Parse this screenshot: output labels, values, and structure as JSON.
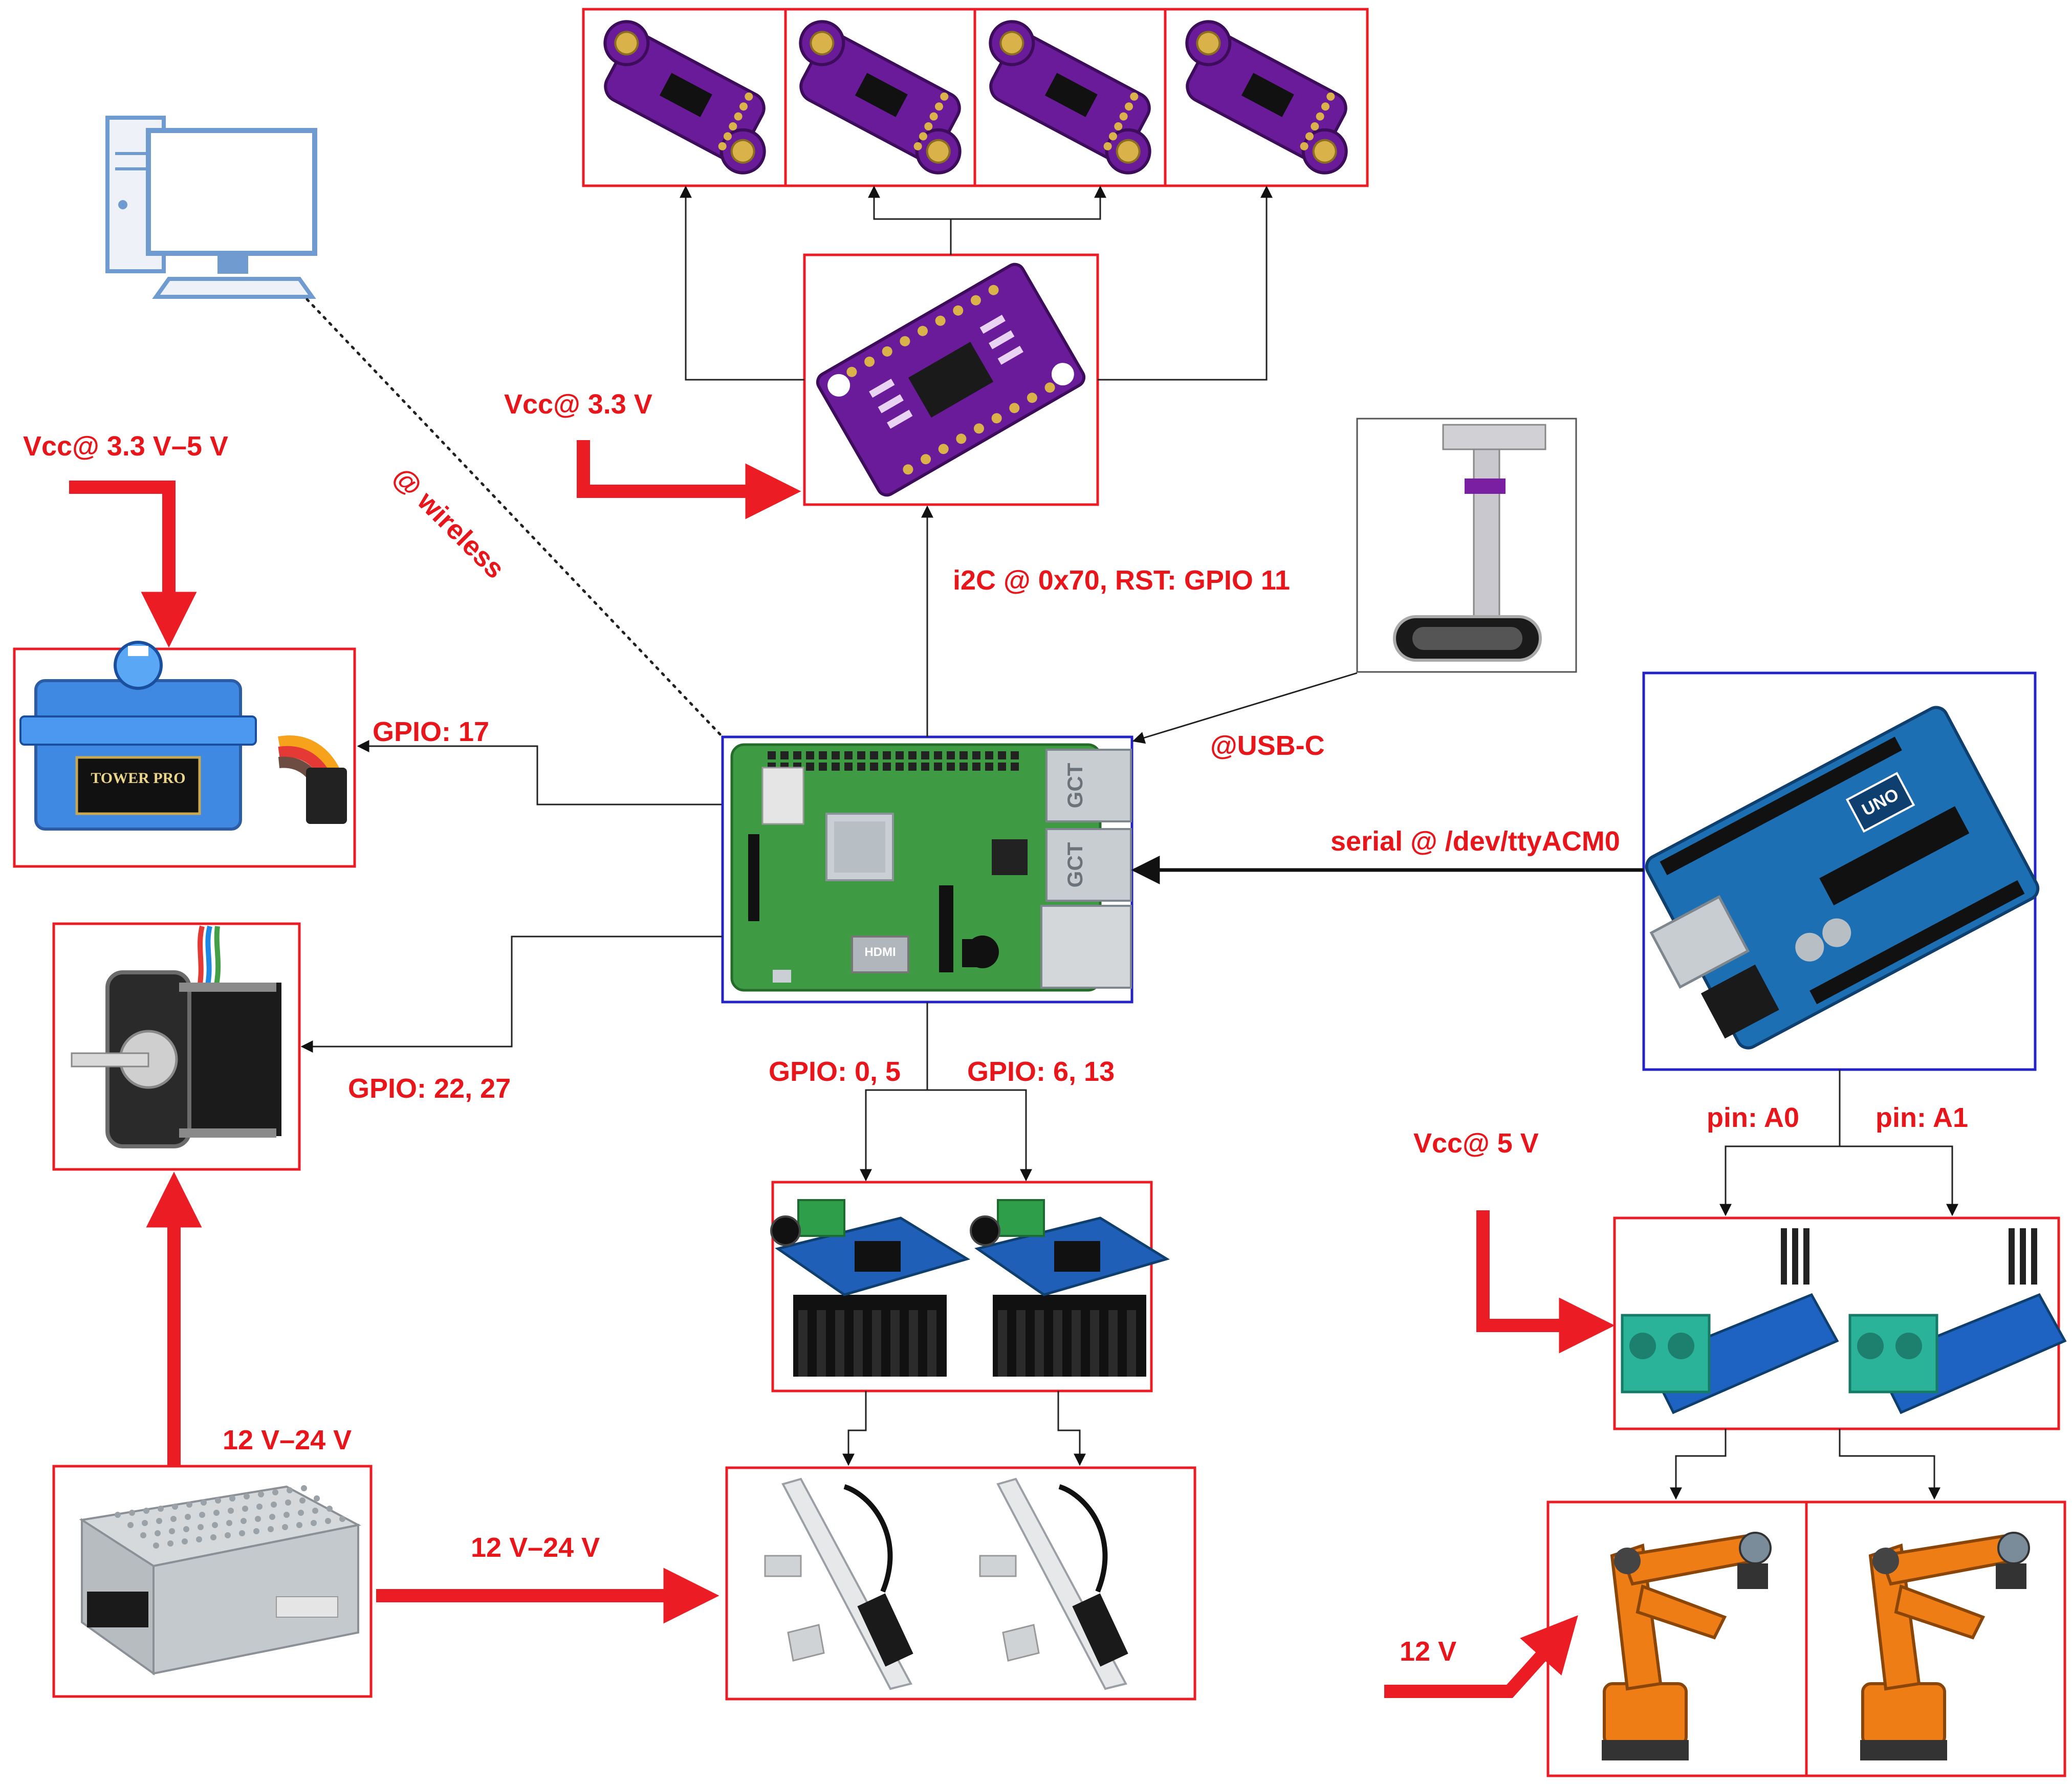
{
  "labels": {
    "vcc_3v3": "Vcc@ 3.3 V",
    "vcc_3v3_5v": "Vcc@ 3.3 V–5 V",
    "wireless": "@ wireless",
    "i2c": "i2C @ 0x70, RST: GPIO 11",
    "gpio17": "GPIO: 17",
    "usbc": "@USB-C",
    "serial": "serial @ /dev/ttyACM0",
    "gpio_22_27": "GPIO: 22, 27",
    "gpio_0_5": "GPIO: 0, 5",
    "gpio_6_13": "GPIO: 6, 13",
    "pin_a0": "pin: A0",
    "pin_a1": "pin: A1",
    "vcc_5v": "Vcc@ 5 V",
    "psu_12_24": "12 V–24 V",
    "actuator_12_24": "12 V–24 V",
    "v12": "12 V"
  },
  "chip": {
    "uno": "UNO",
    "tower_pro": "TOWER PRO",
    "gct": "GCT",
    "hdmi": "HDMI"
  },
  "colors": {
    "red": "#ec1c24",
    "blue": "#2323c8",
    "pcb_green": "#3e9a43",
    "pcb_purple": "#6a1b9a",
    "driver_blue": "#1f5fb8",
    "arduino_blue": "#1d6fb3",
    "arm_orange": "#ef7d16"
  },
  "icons": [
    "computer-icon",
    "tof-sensor-icon",
    "i2c-multiplexer-icon",
    "servo-motor-icon",
    "raspberry-pi-icon",
    "lidar-sensor-icon",
    "arduino-uno-icon",
    "stepper-motor-icon",
    "motor-driver-icon",
    "current-sensor-icon",
    "power-supply-icon",
    "linear-actuator-icon",
    "robot-arm-icon"
  ]
}
